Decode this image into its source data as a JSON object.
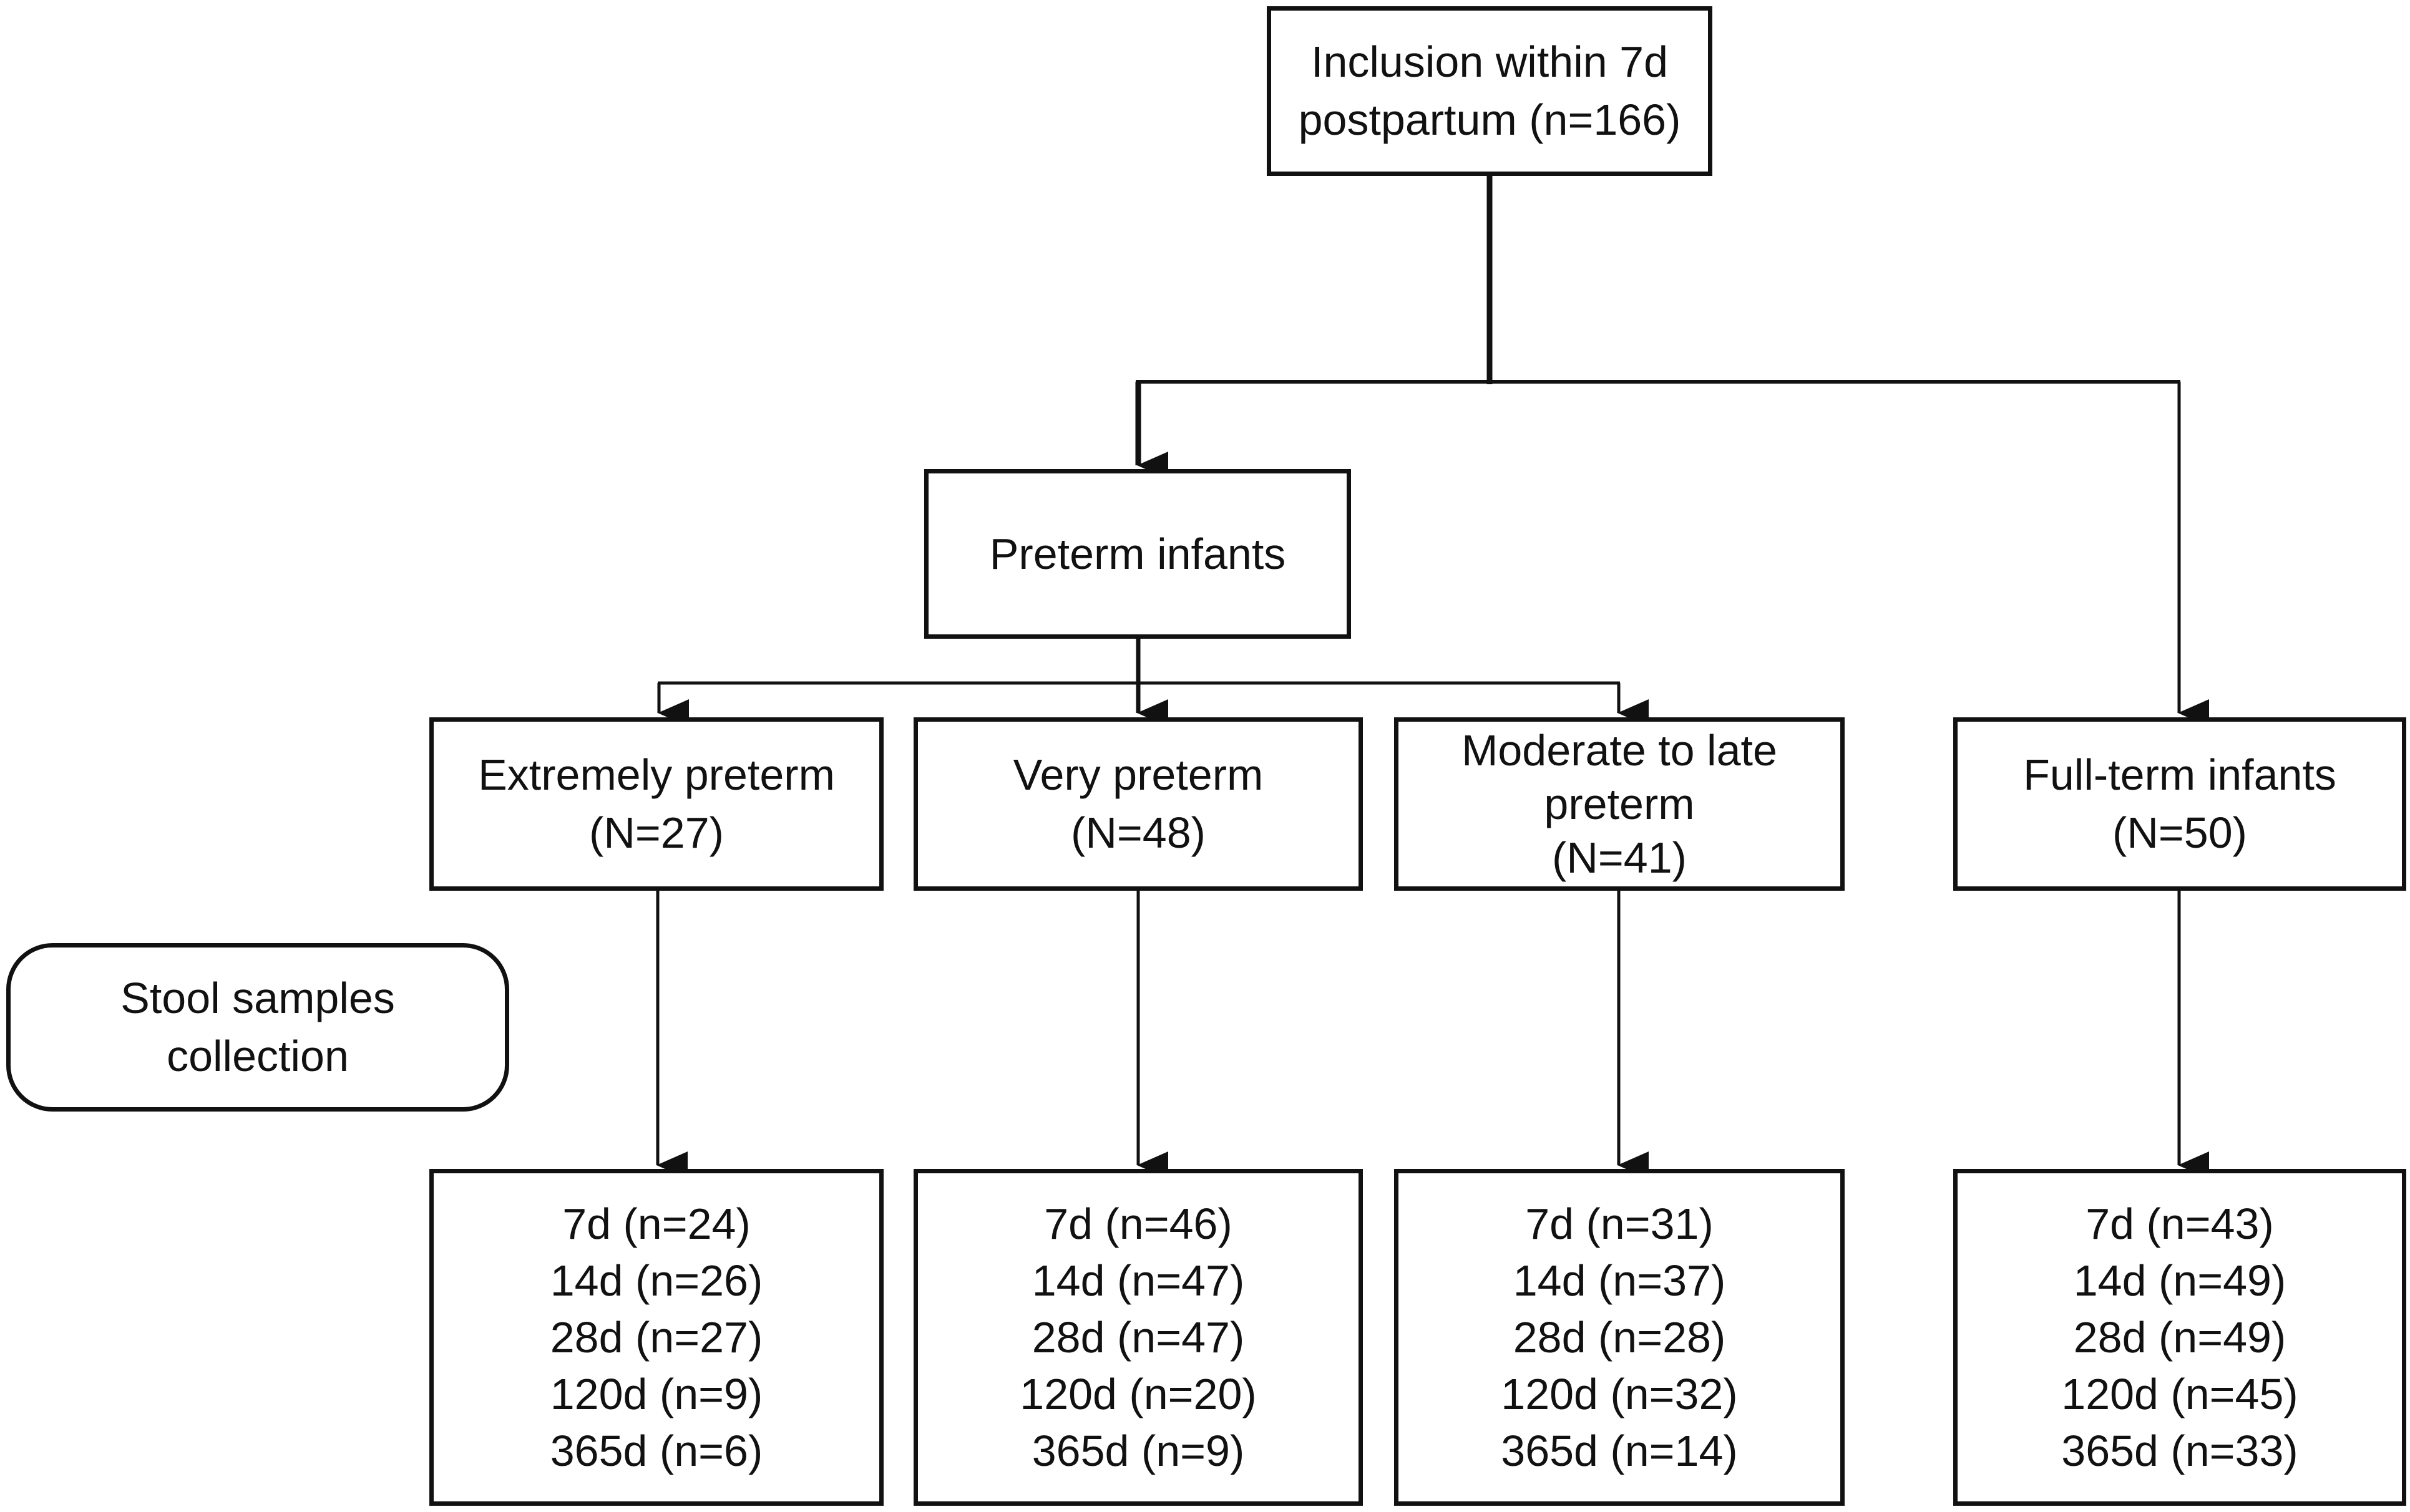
{
  "root": {
    "line1": "Inclusion within 7d",
    "line2": "postpartum (n=166)"
  },
  "preterm": {
    "label": "Preterm infants"
  },
  "groups": [
    {
      "line1": "Extremely preterm",
      "line2": "(N=27)"
    },
    {
      "line1": "Very preterm",
      "line2": "(N=48)"
    },
    {
      "line1": "Moderate to late",
      "line2": "preterm",
      "line3": "(N=41)"
    },
    {
      "line1": "Full-term infants",
      "line2": "(N=50)"
    }
  ],
  "side_label": {
    "line1": "Stool samples",
    "line2": "collection"
  },
  "samples": [
    [
      "7d (n=24)",
      "14d (n=26)",
      "28d (n=27)",
      "120d (n=9)",
      "365d (n=6)"
    ],
    [
      "7d (n=46)",
      "14d (n=47)",
      "28d (n=47)",
      "120d (n=20)",
      "365d (n=9)"
    ],
    [
      "7d (n=31)",
      "14d (n=37)",
      "28d (n=28)",
      "120d (n=32)",
      "365d (n=14)"
    ],
    [
      "7d (n=43)",
      "14d (n=49)",
      "28d (n=49)",
      "120d (n=45)",
      "365d (n=33)"
    ]
  ]
}
